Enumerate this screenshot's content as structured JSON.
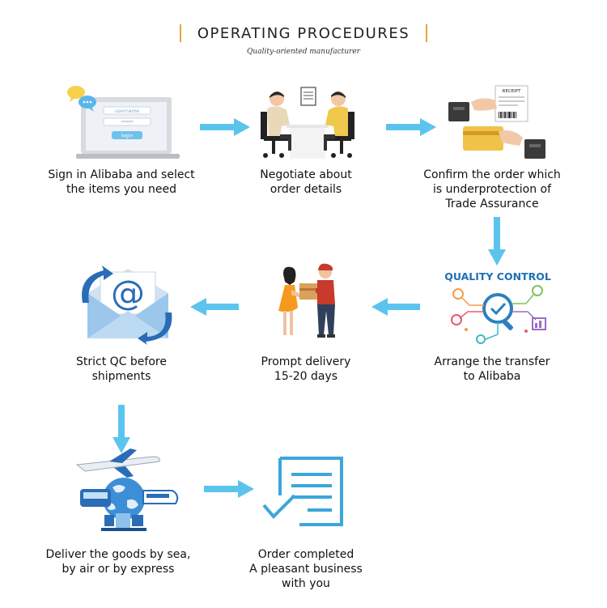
{
  "header": {
    "title": "OPERATING PROCEDURES",
    "subtitle": "Quality-oriented manufacturer"
  },
  "colors": {
    "accent": "#e8a33a",
    "arrow": "#5bc4ee",
    "icon_blue": "#3aa6dc"
  },
  "steps": [
    {
      "label": "Sign in Alibaba and select\nthe items you need",
      "icon": "login-laptop-icon",
      "login": {
        "username": "username",
        "password": "*****",
        "button": "login"
      }
    },
    {
      "label": "Negotiate about\norder details",
      "icon": "negotiation-icon"
    },
    {
      "label": "Confirm the order which\nis underprotection of\nTrade Assurance",
      "icon": "payment-receipt-icon",
      "receipt": "RECEIPT"
    },
    {
      "label": "Arrange the transfer\nto Alibaba",
      "icon": "quality-control-icon",
      "qc_title": "QUALITY CONTROL"
    },
    {
      "label": "Prompt delivery\n15-20 days",
      "icon": "delivery-person-icon"
    },
    {
      "label": "Strict QC before\nshipments",
      "icon": "email-at-icon"
    },
    {
      "label": "Deliver the goods by sea,\nby air or by express",
      "icon": "transport-globe-icon"
    },
    {
      "label": "Order completed\nA pleasant business\nwith you",
      "icon": "checklist-icon"
    }
  ]
}
